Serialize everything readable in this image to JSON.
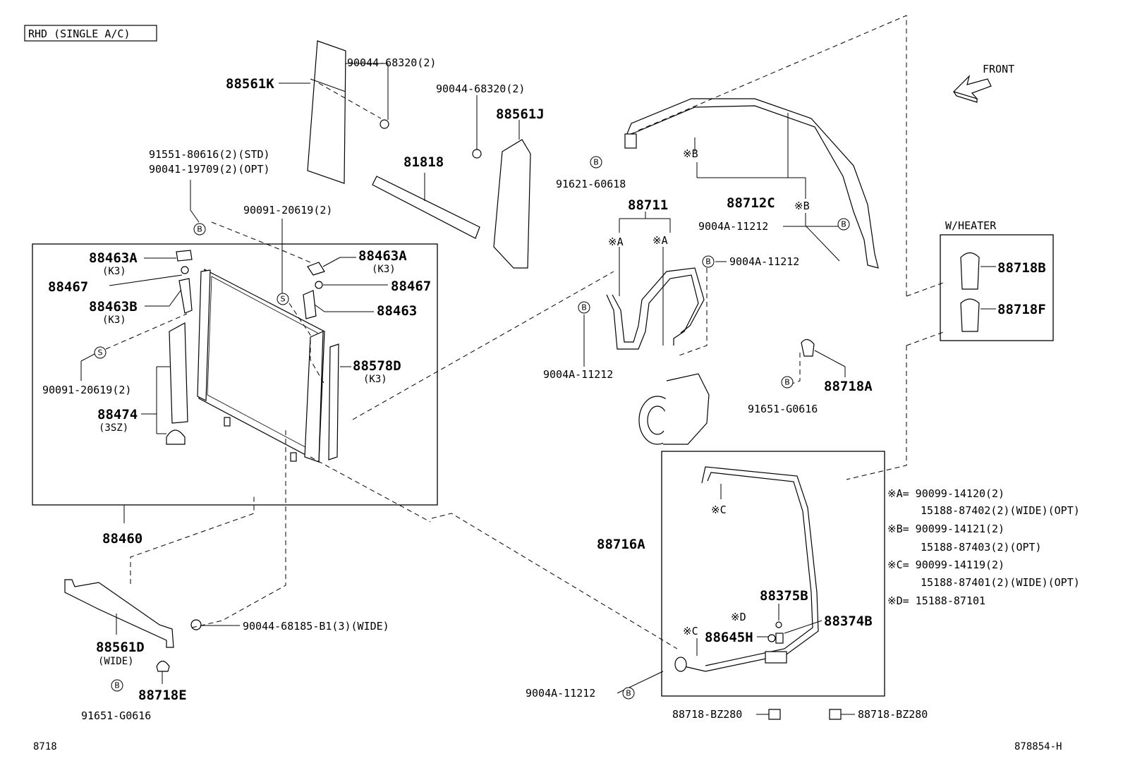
{
  "header": {
    "variant_label": "RHD (SINGLE A/C)",
    "front_label": "FRONT"
  },
  "footer": {
    "left_code": "8718",
    "right_code": "878854-H"
  },
  "group_labels": {
    "w_heater": "W/HEATER"
  },
  "markers": {
    "b": "B",
    "s": "S",
    "xa": "※A",
    "xb": "※B",
    "xc": "※C",
    "xd": "※D"
  },
  "parts": {
    "p88561K": "88561K",
    "p90044_68320_a": "90044-68320(2)",
    "p90044_68320_b": "90044-68320(2)",
    "p88561J": "88561J",
    "p81818": "81818",
    "p91551": "91551-80616(2)(STD)",
    "p90041": "90041-19709(2)(OPT)",
    "p90091_top": "90091-20619(2)",
    "p88463A_l": "88463A",
    "p88463A_l_sub": "(K3)",
    "p88467_l": "88467",
    "p88463B": "88463B",
    "p88463B_sub": "(K3)",
    "p88463A_r": "88463A",
    "p88463A_r_sub": "(K3)",
    "p88467_r": "88467",
    "p88463": "88463",
    "p88578D": "88578D",
    "p88578D_sub": "(K3)",
    "p90091_bot": "90091-20619(2)",
    "p88474": "88474",
    "p88474_sub": "(3SZ)",
    "p88460": "88460",
    "p88561D": "88561D",
    "p88561D_sub": "(WIDE)",
    "p90044_68185": "90044-68185-B1(3)(WIDE)",
    "p88718E": "88718E",
    "p91651_l": "91651-G0616",
    "p91621": "91621-60618",
    "p88711": "88711",
    "p88712C": "88712C",
    "p9004A_1": "9004A-11212",
    "p9004A_2": "9004A-11212",
    "p9004A_3": "9004A-11212",
    "p9004A_4": "9004A-11212",
    "p88718A": "88718A",
    "p91651_r": "91651-G0616",
    "p88718B": "88718B",
    "p88718F": "88718F",
    "p88716A": "88716A",
    "p88375B": "88375B",
    "p88374B": "88374B",
    "p88645H": "88645H",
    "p88718_bz_l": "88718-BZ280",
    "p88718_bz_r": "88718-BZ280"
  },
  "notes": {
    "a1": "※A= 90099-14120(2)",
    "a2": "15188-87402(2)(WIDE)(OPT)",
    "b1": "※B= 90099-14121(2)",
    "b2": "15188-87403(2)(OPT)",
    "c1": "※C= 90099-14119(2)",
    "c2": "15188-87401(2)(WIDE)(OPT)",
    "d1": "※D= 15188-87101"
  }
}
